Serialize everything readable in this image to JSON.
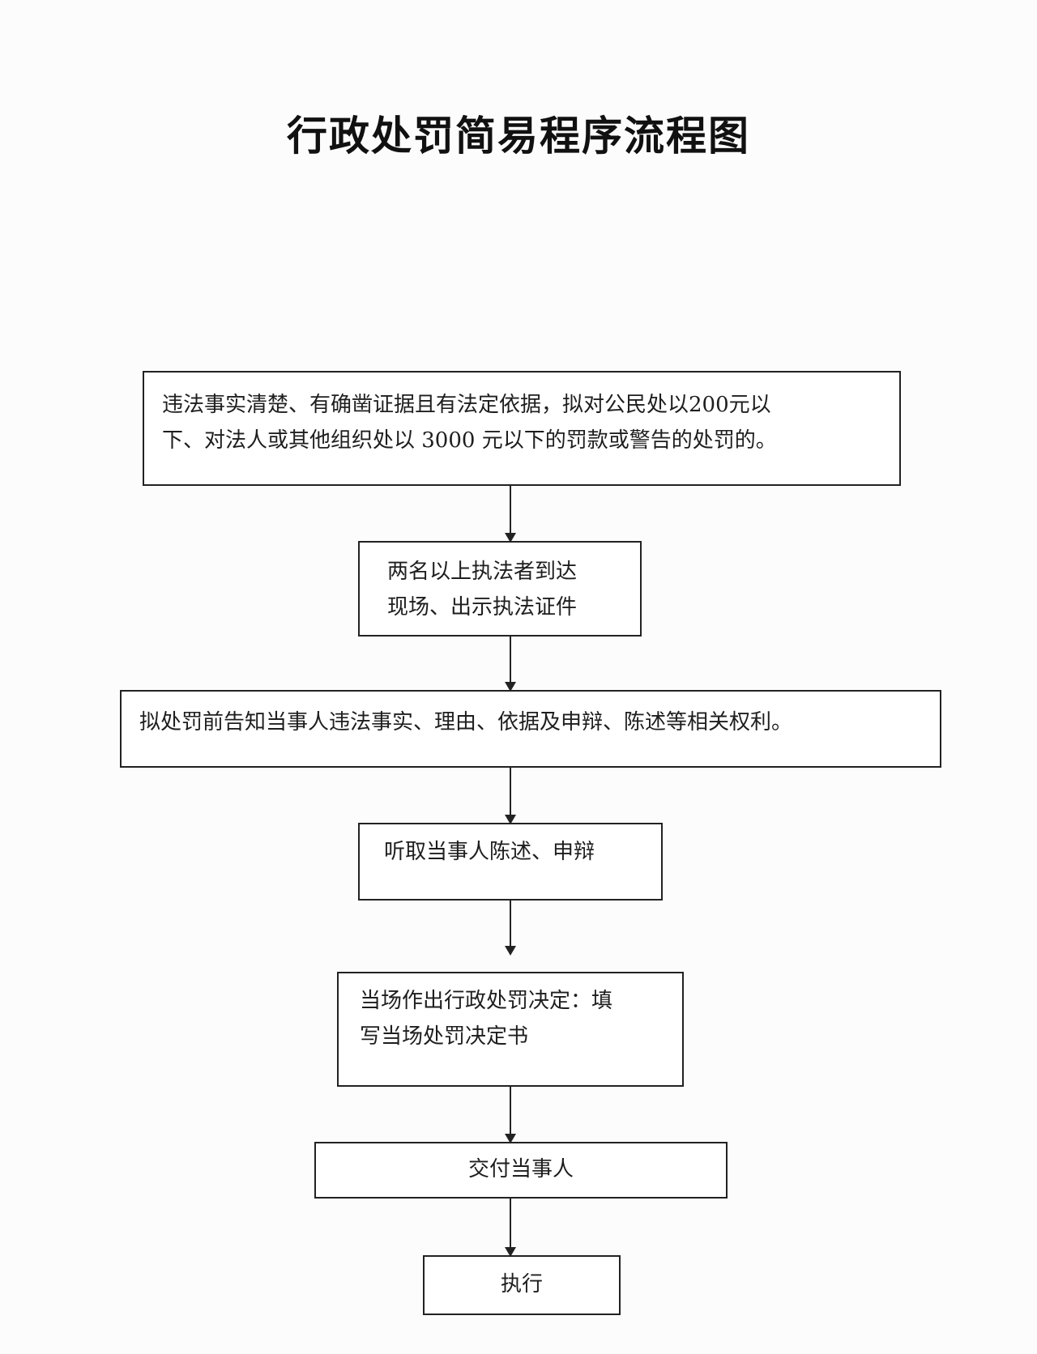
{
  "title": "行政处罚简易程序流程图",
  "steps": [
    {
      "text": "违法事实清楚、有确凿证据且有法定依据，拟对公民处以200元以\n下、对法人或其他组织处以 3000 元以下的罚款或警告的处罚的。"
    },
    {
      "text": "两名以上执法者到达\n现场、出示执法证件"
    },
    {
      "text": "拟处罚前告知当事人违法事实、理由、依据及申辩、陈述等相关权利。"
    },
    {
      "text": "听取当事人陈述、申辩"
    },
    {
      "text": "当场作出行政处罚决定：填\n写当场处罚决定书"
    },
    {
      "text": "交付当事人"
    },
    {
      "text": "执行"
    }
  ],
  "colors": {
    "line": "#222222",
    "background": "#fcfcfc"
  }
}
